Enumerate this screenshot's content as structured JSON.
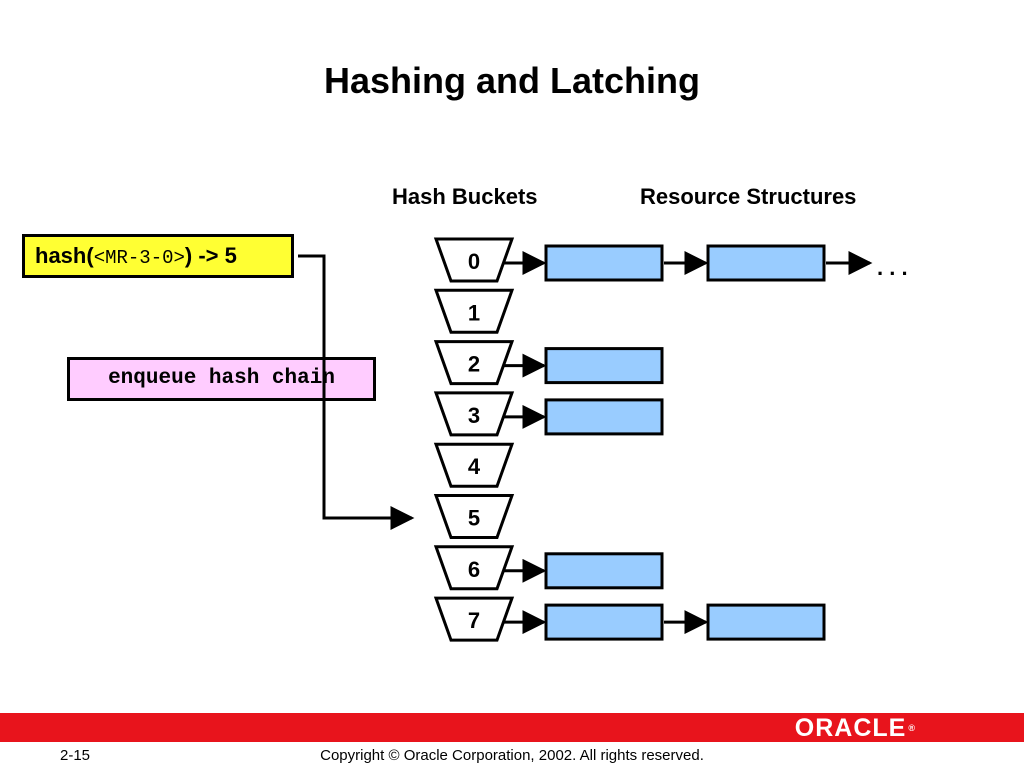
{
  "title": "Hashing and Latching",
  "columns": {
    "buckets": "Hash Buckets",
    "resources": "Resource Structures"
  },
  "hash_box": {
    "prefix": "hash(",
    "key": "<MR-3-0>",
    "suffix": ") -> 5",
    "color": "#ffff33"
  },
  "chain_box": {
    "label": "enqueue hash chain",
    "color": "#ffccff"
  },
  "buckets": [
    "0",
    "1",
    "2",
    "3",
    "4",
    "5",
    "6",
    "7"
  ],
  "bucket_chains": [
    2,
    0,
    1,
    1,
    0,
    0,
    1,
    2
  ],
  "continuation": ". . .",
  "target_bucket": 5,
  "resource_color": "#99ccff",
  "footer": {
    "logo": "ORACLE",
    "logo_mark": "®",
    "page": "2-15",
    "copyright": "Copyright © Oracle Corporation, 2002. All rights reserved.",
    "bar_color": "#e8141c"
  }
}
